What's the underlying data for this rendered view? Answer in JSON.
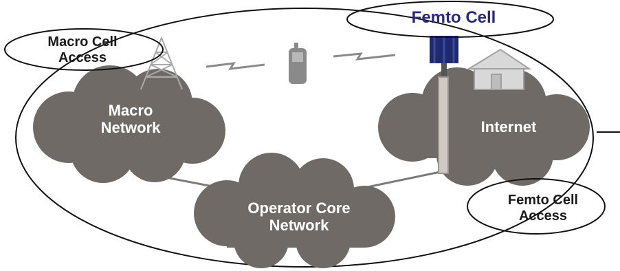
{
  "diagram": {
    "colors": {
      "cloud": "#6f6a66",
      "cloud_shadow": "#5e5955",
      "outline": "#111111",
      "femto_box": "#1f2a6e",
      "title_text": "#2a2a78",
      "house": "#cfcfcf",
      "phone": "#8a8a8a",
      "link": "#8a8a8a"
    },
    "labels": {
      "macro_cell_access_1": "Macro Cell",
      "macro_cell_access_2": "Access",
      "femto_cell": "Femto Cell",
      "macro_network_1": "Macro",
      "macro_network_2": "Network",
      "internet": "Internet",
      "operator_core_1": "Operator Core",
      "operator_core_2": "Network",
      "femto_cell_access_1": "Femto Cell",
      "femto_cell_access_2": "Access"
    },
    "icons": [
      "cell-tower-icon",
      "mobile-phone-icon",
      "lightning-icon",
      "femto-cell-box-icon",
      "house-icon",
      "pole-icon"
    ]
  }
}
